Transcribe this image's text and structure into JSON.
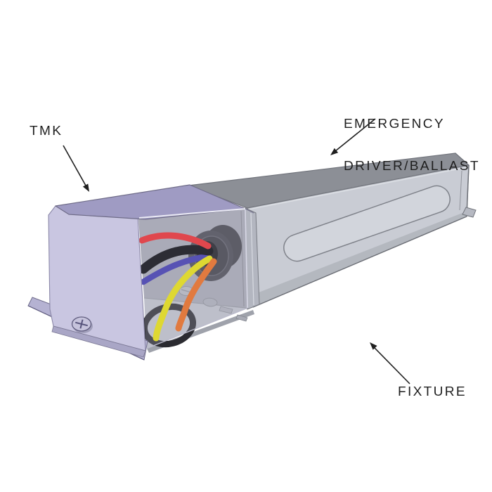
{
  "labels": {
    "tmk": "TMK",
    "emergency_line1": "EMERGENCY",
    "emergency_line2": "DRIVER/BALLAST",
    "fixture": "FIXTURE"
  },
  "icons": {
    "tmk_arrow": "diagonal-line-arrow",
    "emergency_arrow": "diagonal-line-arrow",
    "fixture_arrow": "diagonal-line-arrow"
  },
  "colors": {
    "background": "#ffffff",
    "outline": "#73767d",
    "label_text": "#1f1f1f",
    "cover_end_face": "#c9c6e1",
    "cover_top_face": "#9f9bc3",
    "cover_flange": "#b5b2d2",
    "cover_lip": "#a9a6c6",
    "body_top": "#8c8f96",
    "body_side": "#c9ccd4",
    "body_groove": "#d2d5dc",
    "interior_wall": "#a1a2ad",
    "interior_floor": "#b9bbc5",
    "end_frame": "#b3b6c0",
    "grommet_outer": "#45454d",
    "grommet_inner": "#18181d",
    "gasket_ring": "#2b2b31",
    "wire_red": "#e0474d",
    "wire_black": "#2c2c34",
    "wire_blue": "#5752b4",
    "wire_yellow": "#ded832",
    "wire_orange": "#e17a3f"
  }
}
